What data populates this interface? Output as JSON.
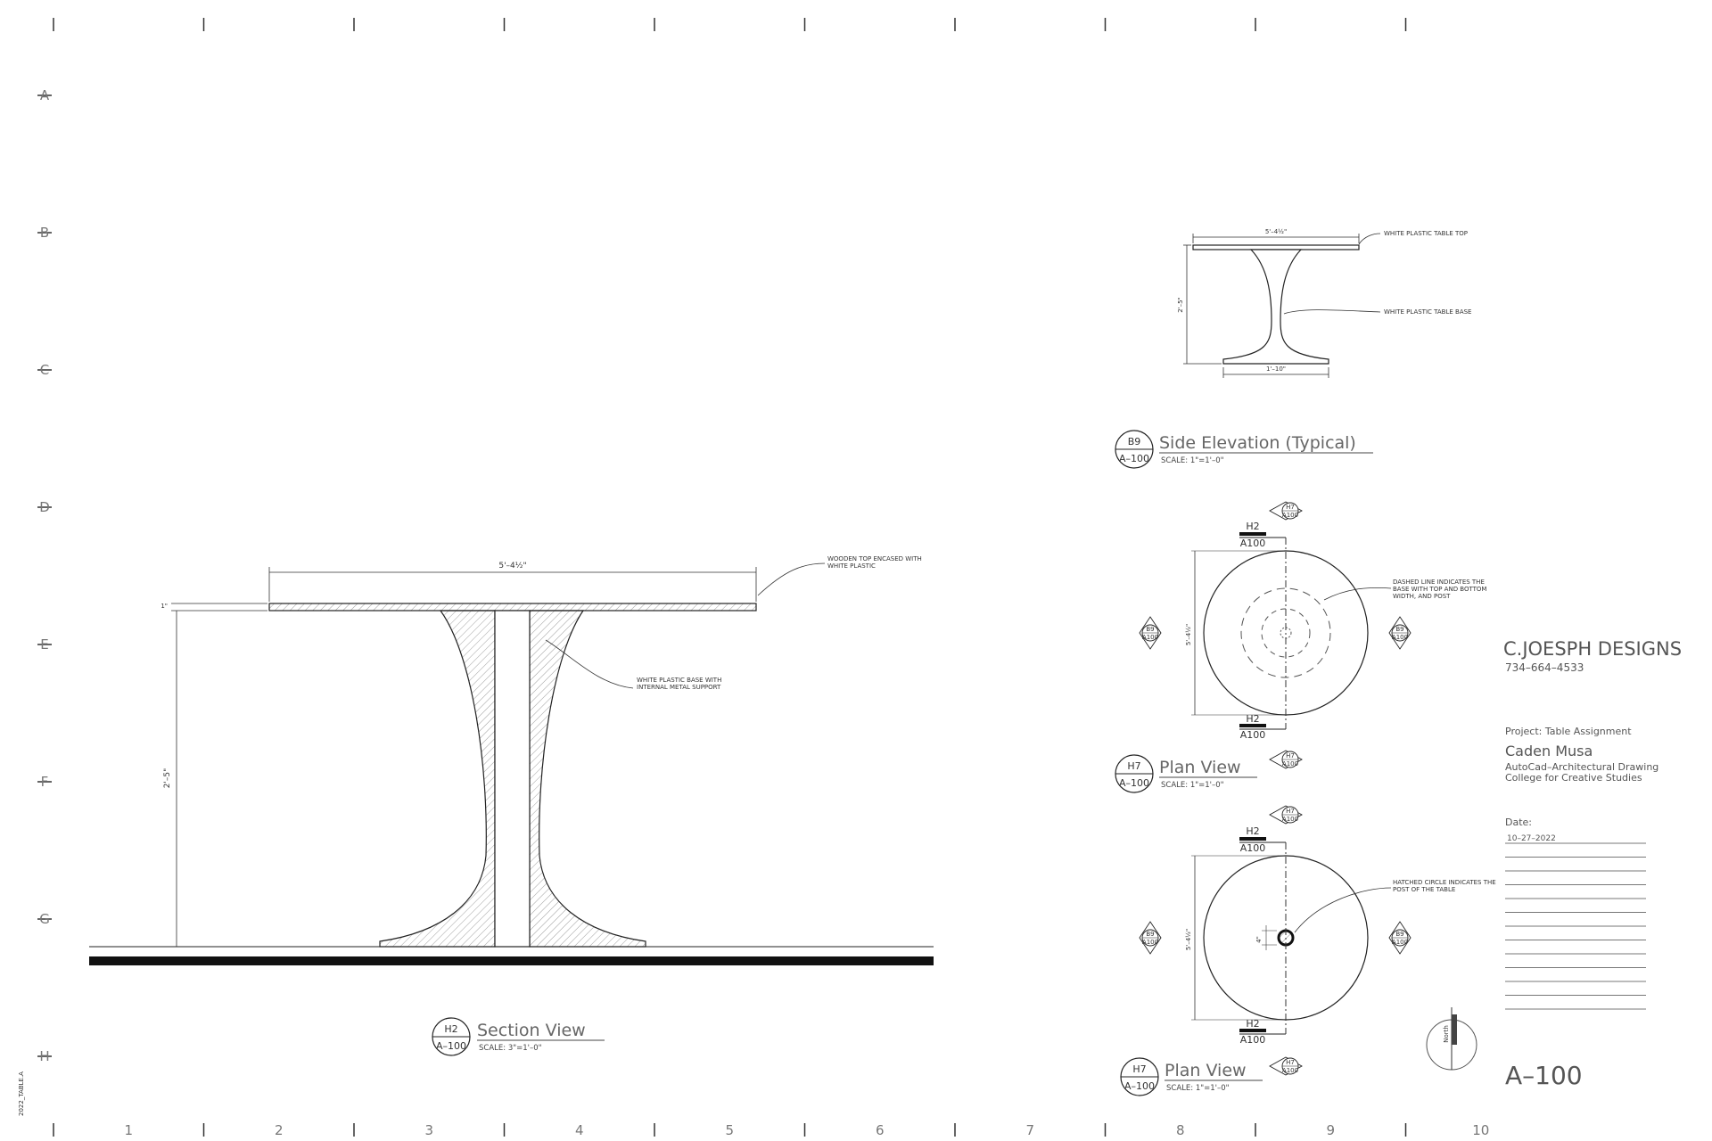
{
  "grid": {
    "rows": [
      "A",
      "B",
      "C",
      "D",
      "E",
      "F",
      "G",
      "H"
    ],
    "cols": [
      "1",
      "2",
      "3",
      "4",
      "5",
      "6",
      "7",
      "8",
      "9",
      "10"
    ]
  },
  "section": {
    "title": "Section View",
    "bubble_top": "H2",
    "bubble_bottom": "A–100",
    "scale": "SCALE: 3\"=1'–0\"",
    "dim_top": "5'–4½\"",
    "dim_height": "2'–5\"",
    "dim_thickness": "1\"",
    "note_top": [
      "WOODEN TOP ENCASED WITH",
      "WHITE PLASTIC"
    ],
    "note_base": [
      "WHITE PLASTIC BASE WITH",
      "INTERNAL METAL SUPPORT"
    ]
  },
  "side_elevation": {
    "title": "Side Elevation (Typical)",
    "bubble_top": "B9",
    "bubble_bottom": "A–100",
    "scale": "SCALE: 1\"=1'–0\"",
    "dim_top": "5'–4½\"",
    "dim_height": "2'–5\"",
    "dim_base": "1'–10\"",
    "note_top": "WHITE PLASTIC TABLE TOP",
    "note_base": "WHITE PLASTIC TABLE BASE"
  },
  "plan1": {
    "title": "Plan View",
    "bubble_top": "H7",
    "bubble_bottom": "A–100",
    "scale": "SCALE: 1\"=1'–0\"",
    "dim": "5'–4½\"",
    "note": [
      "DASHED LINE INDICATES THE",
      "BASE WITH TOP AND BOTTOM",
      "WIDTH, AND POST"
    ],
    "cut_top": "H2",
    "cut_top_sheet": "A100",
    "cut_bottom": "H2",
    "cut_bottom_sheet": "A100",
    "marker_top": "H7",
    "marker_bottom": "H7",
    "marker_left": "B9",
    "marker_right": "B9",
    "marker_sheet": "A100"
  },
  "plan2": {
    "title": "Plan View",
    "bubble_top": "H7",
    "bubble_bottom": "A–100",
    "scale": "SCALE: 1\"=1'–0\"",
    "dim": "5'–4½\"",
    "dim_post": "4\"",
    "note": [
      "HATCHED CIRCLE INDICATES THE",
      "POST OF THE TABLE"
    ],
    "cut_top": "H2",
    "cut_top_sheet": "A100",
    "cut_bottom": "H2",
    "cut_bottom_sheet": "A100",
    "marker_top": "H7",
    "marker_bottom": "H7",
    "marker_left": "B9",
    "marker_right": "B9",
    "marker_sheet": "A100"
  },
  "north": {
    "label": "North"
  },
  "title_block": {
    "company": "C.JOESPH DESIGNS",
    "phone": "734–664–4533",
    "project": "Project: Table Assignment",
    "designer": "Caden Musa",
    "course": "AutoCad–Architectural Drawing",
    "school": "College for Creative Studies",
    "date_label": "Date:",
    "date": "10–27–2022",
    "sheet": "A–100"
  },
  "margin_note": "2022_TABLE.A"
}
